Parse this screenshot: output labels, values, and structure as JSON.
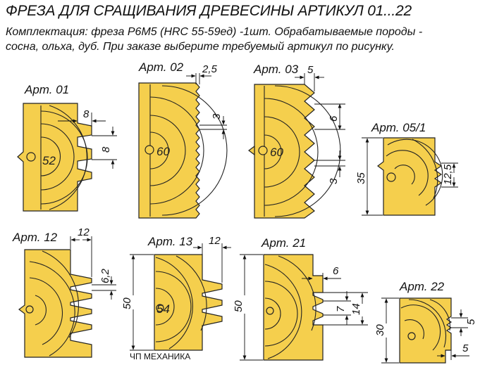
{
  "title": "ФРЕЗА ДЛЯ СРАЩИВАНИЯ ДРЕВЕСИНЫ АРТИКУЛ 01...22",
  "description": [
    "Комплектация: фреза Р6М5 (HRC 55-59ед) -1шт. Обрабатываемые породы -",
    "сосна, ольха, дуб. При заказе выберите требуемый артикул по рисунку."
  ],
  "profiles": [
    {
      "label": "Арт. 01",
      "diameter": "52",
      "dims": [
        "8",
        "8"
      ]
    },
    {
      "label": "Арт. 02",
      "diameter": "60",
      "dims": [
        "2,5",
        "3"
      ]
    },
    {
      "label": "Арт. 03",
      "diameter": "60",
      "dims": [
        "5",
        "6",
        "3"
      ]
    },
    {
      "label": "Арт. 05/1",
      "dims": [
        "35",
        "12,5"
      ]
    },
    {
      "label": "Арт. 12",
      "dims": [
        "12",
        "6,2"
      ]
    },
    {
      "label": "Арт. 13",
      "diameter": "54",
      "dims": [
        "12",
        "50"
      ]
    },
    {
      "label": "Арт. 21",
      "dims": [
        "6",
        "7",
        "14",
        "50"
      ]
    },
    {
      "label": "Арт. 22",
      "dims": [
        "5",
        "5",
        "30"
      ]
    }
  ],
  "footer": "ЧП МЕХАНИКА",
  "colors": {
    "wood": "#f5cf4d",
    "ink": "#222222",
    "background": "#ffffff"
  }
}
